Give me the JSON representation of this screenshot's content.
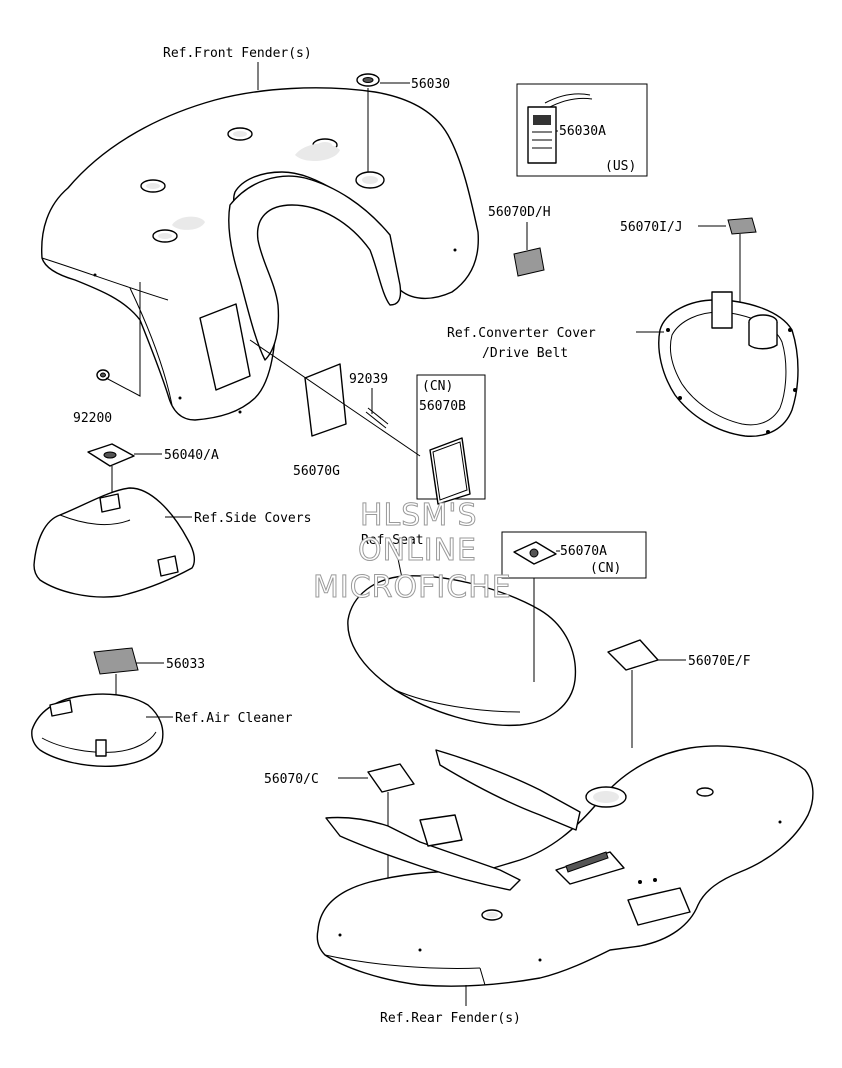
{
  "labels": {
    "ref_front_fender": "Ref.Front Fender(s)",
    "p56030": "56030",
    "p56030A": "56030A",
    "us": "(US)",
    "p56070DH": "56070D/H",
    "p56070IJ": "56070I/J",
    "ref_converter_line1": "Ref.Converter Cover",
    "ref_converter_line2": "/Drive Belt",
    "p92039": "92039",
    "cn1": "(CN)",
    "p56070B": "56070B",
    "p92200": "92200",
    "p56070G": "56070G",
    "p56040A": "56040/A",
    "ref_side_covers": "Ref.Side Covers",
    "ref_seat": "Ref.Seat",
    "p56070A": "56070A",
    "cn2": "(CN)",
    "p56033": "56033",
    "ref_air_cleaner": "Ref.Air Cleaner",
    "p56070EF": "56070E/F",
    "p56070C": "56070/C",
    "ref_rear_fender": "Ref.Rear Fender(s)"
  },
  "watermark": {
    "line1": "HLSM'S",
    "line2": "ONLINE",
    "line3": "MICROFICHE"
  },
  "colors": {
    "line": "#000000",
    "background": "#ffffff",
    "watermark_outline": "#9a9a9a"
  }
}
